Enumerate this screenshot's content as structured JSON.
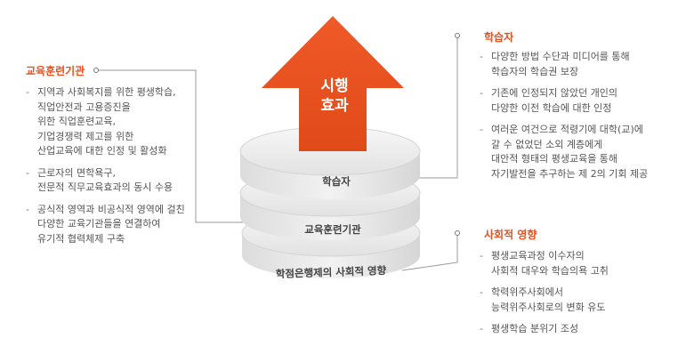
{
  "arrow": {
    "label_lines": [
      "시행",
      "효과"
    ],
    "color": "#e84e1b"
  },
  "discs": [
    {
      "label": "학습자"
    },
    {
      "label": "교육훈련기관"
    },
    {
      "label": "학점은행제의 사회적 영향"
    }
  ],
  "institutions": {
    "title": "교육훈련기관",
    "items": [
      {
        "lines": [
          "지역과 사회복지를 위한 평생학습,",
          "직업안전과 고용증진을",
          "위한 직업훈련교육,",
          "기업경쟁력 제고를 위한",
          "산업교육에 대한 인정 및 활성화"
        ]
      },
      {
        "lines": [
          "근로자의 면학욕구,",
          "전문적 직무교육효과의 동시 수용"
        ]
      },
      {
        "lines": [
          "공식적 영역과 비공식적 영역에 걸친",
          "다양한 교육기관들을 연결하여",
          "유기적 협력체제 구축"
        ]
      }
    ]
  },
  "learners": {
    "title": "학습자",
    "items": [
      {
        "lines": [
          "다양한 방법 수단과 미디어를 통해",
          "학습자의 학습권 보장"
        ]
      },
      {
        "lines": [
          "기존에 인정되지 않았던 개인의",
          "다양한 이전 학습에 대한 인정"
        ]
      },
      {
        "lines": [
          "여러운 여건으로 적령기에 대학(교)에",
          "갈 수 없었던 소외 계층에게",
          "대안적 형태의 평생교육을 통해",
          "자기발전을 추구하는 제 2의 기회 제공"
        ]
      }
    ]
  },
  "social": {
    "title": "사회적 영향",
    "items": [
      {
        "lines": [
          "평생교육과정 이수자의",
          "사회적 대우와 학습의욕 고취"
        ]
      },
      {
        "lines": [
          "학력위주사회에서",
          "능력위주사회로의 변화 유도"
        ]
      },
      {
        "lines": [
          "평생학습 분위기 조성"
        ]
      }
    ]
  }
}
